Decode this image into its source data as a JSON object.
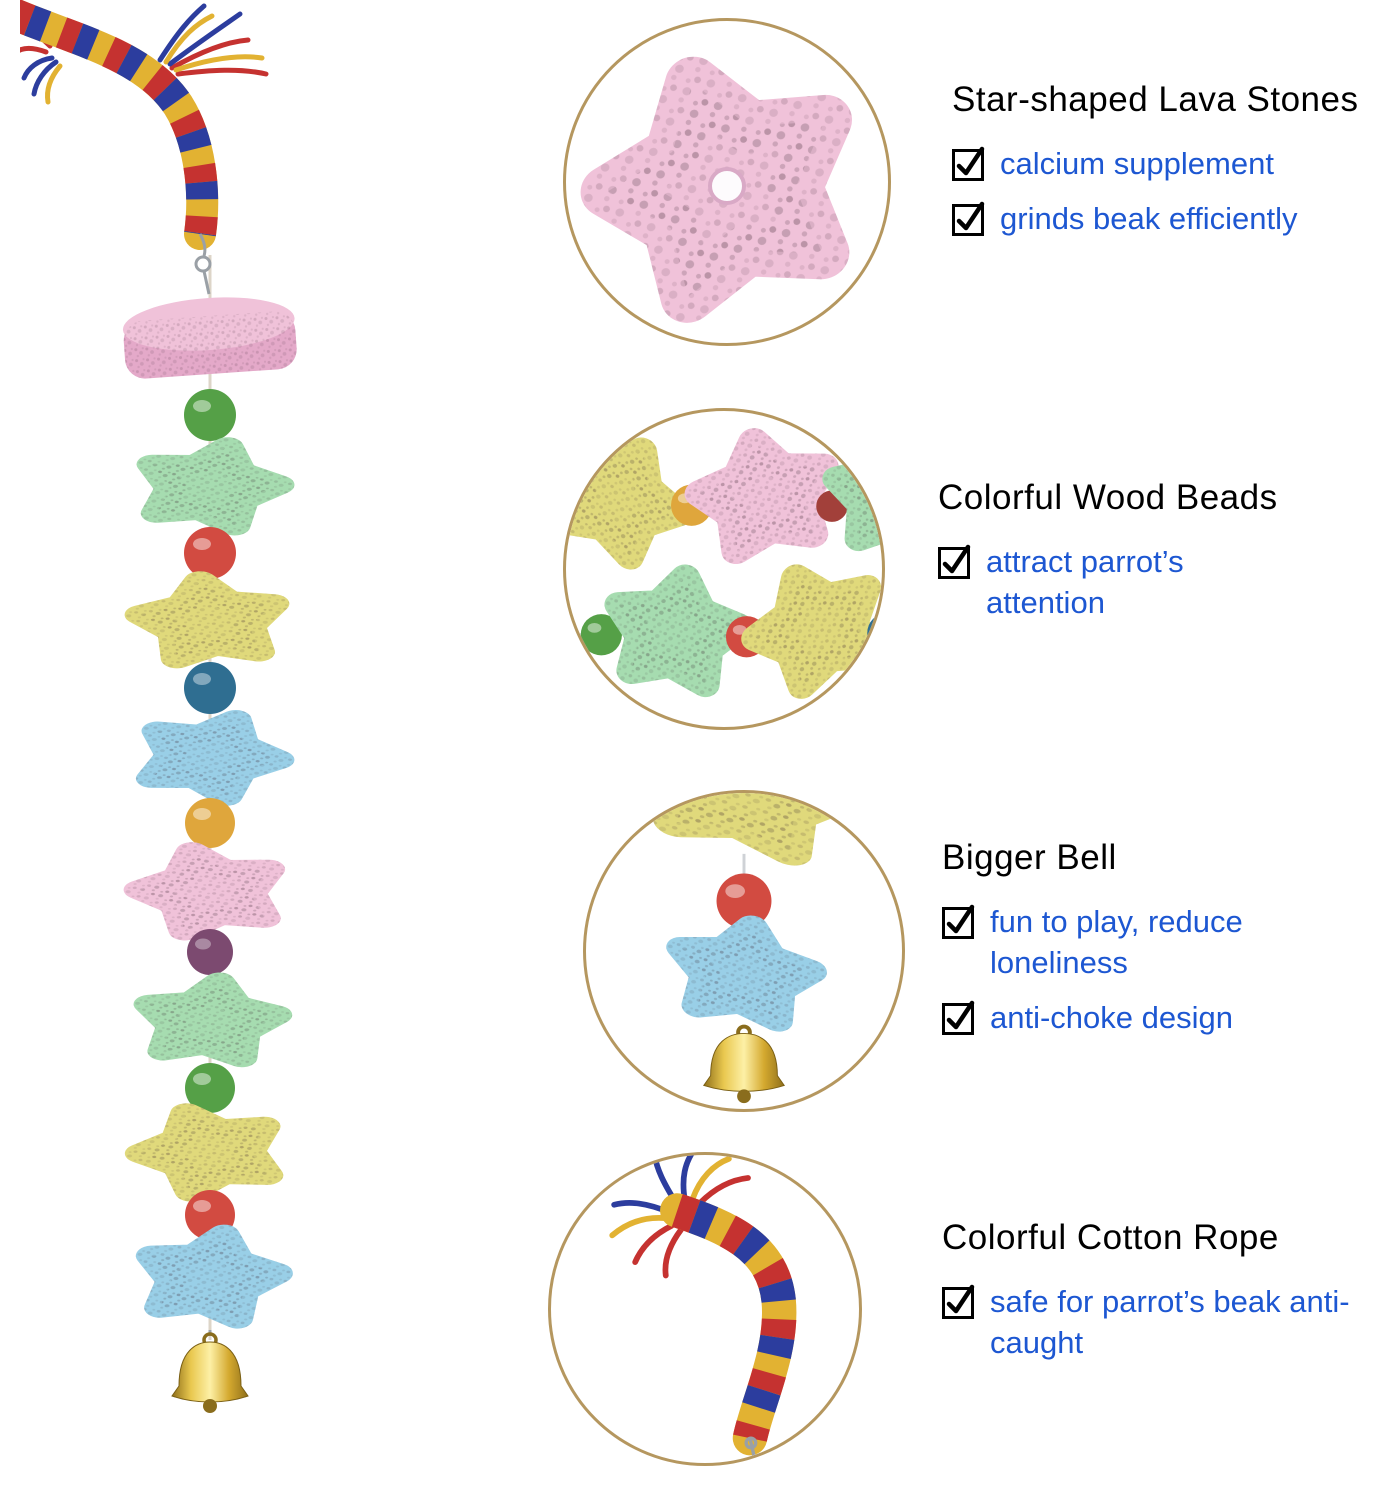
{
  "page": {
    "background": "#ffffff",
    "type": "product-infographic"
  },
  "callouts": [
    {
      "title": "Star-shaped Lava Stones",
      "items": [
        "calcium supplement",
        "grinds beak efficiently"
      ]
    },
    {
      "title": "Colorful Wood Beads",
      "items": [
        "attract parrot’s attention"
      ]
    },
    {
      "title": "Bigger Bell",
      "items": [
        "fun to play, reduce loneliness",
        "anti-choke design"
      ]
    },
    {
      "title": "Colorful Cotton Rope",
      "items": [
        "safe for parrot’s beak anti-caught"
      ]
    }
  ],
  "colors": {
    "text_heading": "#000000",
    "text_feature": "#1d57d2",
    "circle_border": "#b5975f",
    "stone_pink": "#f0c2d9",
    "stone_pink_dark": "#e4a9c9",
    "stone_green": "#a6dcb0",
    "stone_yellow": "#e0d97b",
    "stone_blue": "#99cfe7",
    "bead_green": "#55a047",
    "bead_red": "#d24b41",
    "bead_teal": "#2f6e91",
    "bead_orange": "#dfa63c",
    "bead_purple": "#7c4a70",
    "bead_darkred": "#a2403a",
    "bell_gold": "#d4af37",
    "bell_dark": "#8a6d1d",
    "rope_red": "#c53230",
    "rope_yellow": "#e2b232",
    "rope_blue": "#2c3d9e"
  },
  "toy": {
    "stone_sequence": [
      "pink",
      "green",
      "yellow",
      "blue",
      "pink",
      "green",
      "yellow",
      "blue"
    ],
    "bead_sequence": [
      "green",
      "red",
      "teal",
      "orange",
      "purple",
      "green",
      "red"
    ]
  }
}
